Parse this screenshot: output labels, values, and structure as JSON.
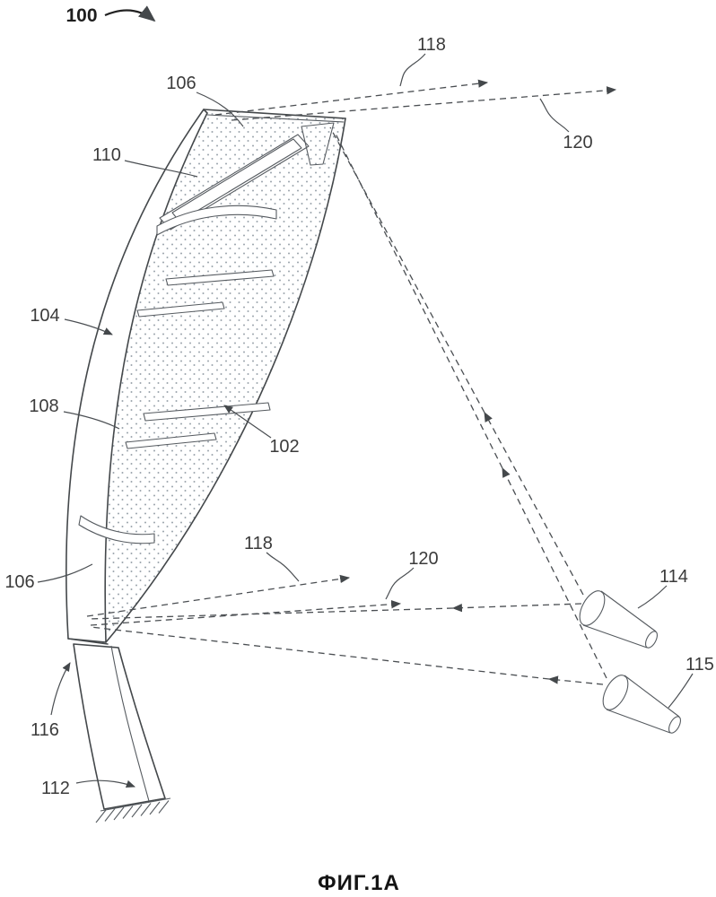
{
  "figure": {
    "caption": "ФИГ.1А",
    "labels": {
      "l100": "100",
      "l102": "102",
      "l104": "104",
      "l106_top": "106",
      "l106_bottom": "106",
      "l108": "108",
      "l110": "110",
      "l112": "112",
      "l114": "114",
      "l115": "115",
      "l116": "116",
      "l118_top": "118",
      "l118_mid": "118",
      "l120_top": "120",
      "l120_mid": "120"
    },
    "colors": {
      "line": "#44484b",
      "label_text": "#3b3b3b",
      "stipple": "#9aa3ab",
      "dark_prism": "#6b6f72",
      "background": "#ffffff"
    }
  }
}
